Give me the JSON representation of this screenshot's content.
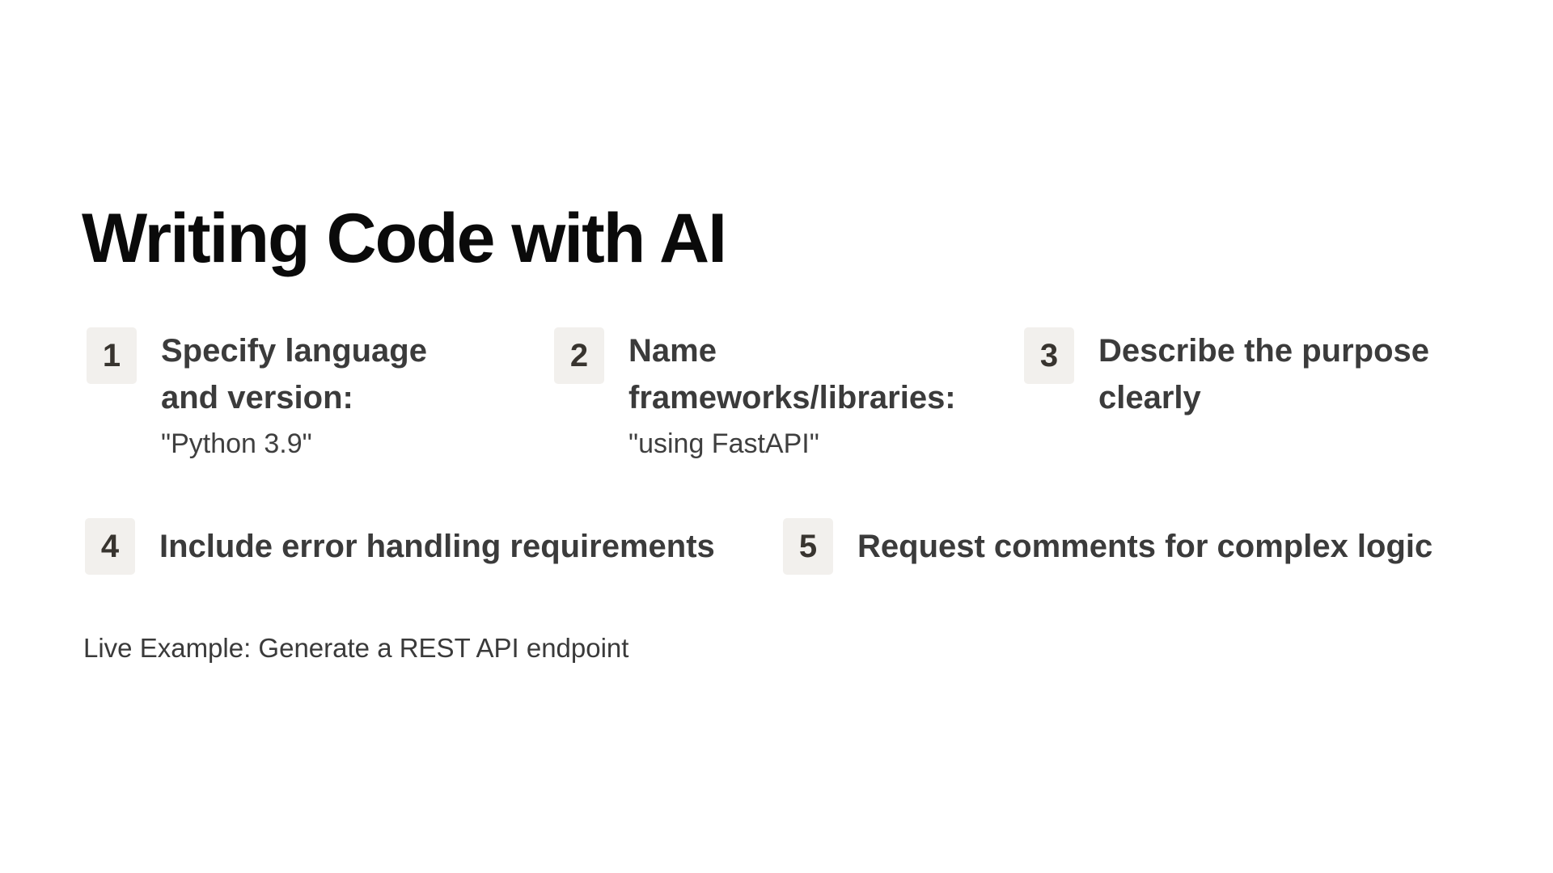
{
  "page": {
    "title": "Writing Code with AI",
    "steps": [
      {
        "number": "1",
        "title": "Specify language and version:",
        "example": "\"Python 3.9\""
      },
      {
        "number": "2",
        "title": "Name frameworks/libraries:",
        "example": "\"using FastAPI\""
      },
      {
        "number": "3",
        "title": "Describe the purpose clearly",
        "example": ""
      },
      {
        "number": "4",
        "title": "Include error handling requirements",
        "example": ""
      },
      {
        "number": "5",
        "title": "Request comments for complex logic",
        "example": ""
      }
    ],
    "footer_note": "Live Example: Generate a REST API endpoint",
    "colors": {
      "background": "#ffffff",
      "title_text": "#0a0a0a",
      "step_text": "#3b3b3b",
      "badge_background": "#f2f0ed",
      "badge_text": "#38342f",
      "note_text": "#3a3a3a"
    }
  }
}
